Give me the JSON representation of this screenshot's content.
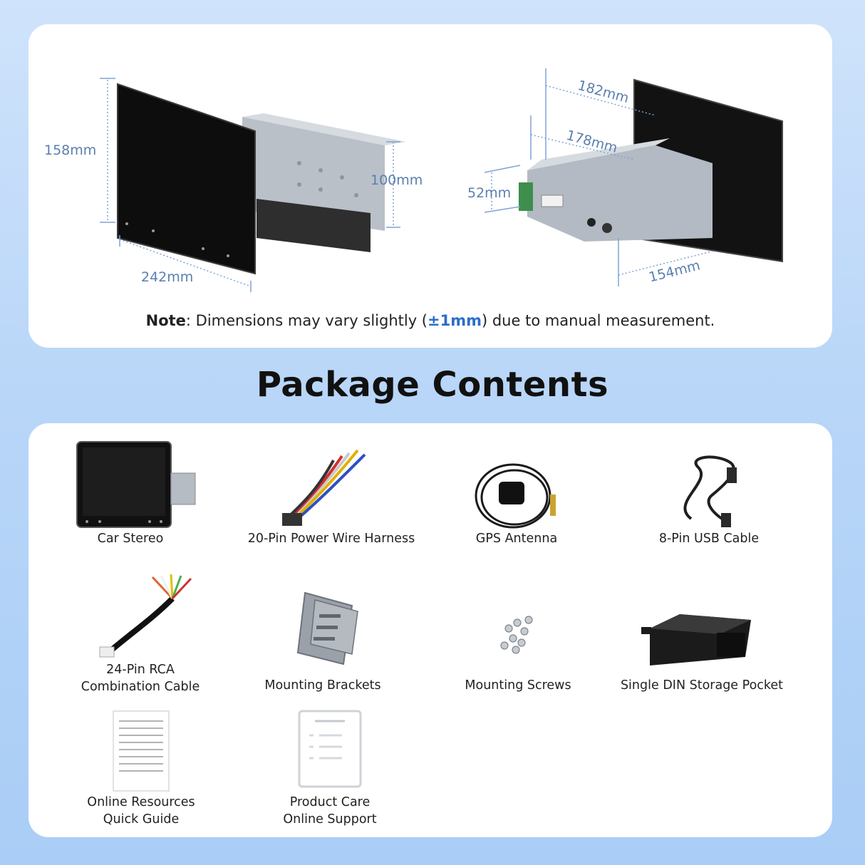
{
  "dimensions": {
    "front": {
      "height": "158mm",
      "depth": "100mm",
      "width": "242mm"
    },
    "side": {
      "top_length": "182mm",
      "body_length": "178mm",
      "height": "52mm",
      "bottom_length": "154mm"
    },
    "note": {
      "prefix": "Note",
      "text1": ": Dimensions may vary slightly (",
      "tolerance": "±1mm",
      "text2": ") due to manual measurement."
    }
  },
  "section_title": "Package Contents",
  "items": [
    {
      "line1": "Car Stereo",
      "line2": "",
      "icon": "car-stereo-icon"
    },
    {
      "line1": "20-Pin Power Wire Harness",
      "line2": "",
      "icon": "wire-harness-icon"
    },
    {
      "line1": "GPS Antenna",
      "line2": "",
      "icon": "gps-antenna-icon"
    },
    {
      "line1": "8-Pin USB Cable",
      "line2": "",
      "icon": "usb-cable-icon"
    },
    {
      "line1": "24-Pin RCA",
      "line2": "Combination Cable",
      "icon": "rca-cable-icon"
    },
    {
      "line1": "Mounting Brackets",
      "line2": "",
      "icon": "mounting-bracket-icon"
    },
    {
      "line1": "Mounting Screws",
      "line2": "",
      "icon": "screws-icon"
    },
    {
      "line1": "Single DIN Storage Pocket",
      "line2": "",
      "icon": "storage-pocket-icon"
    },
    {
      "line1": "Online Resources",
      "line2": "Quick Guide",
      "icon": "quick-guide-icon"
    },
    {
      "line1": "Product Care",
      "line2": "Online Support",
      "icon": "product-care-icon"
    }
  ]
}
